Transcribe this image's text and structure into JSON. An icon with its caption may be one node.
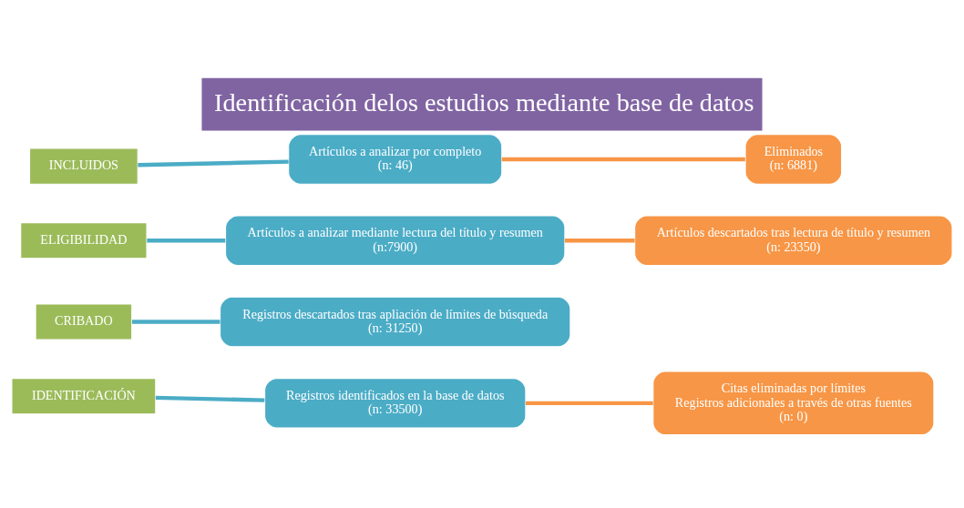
{
  "diagram": {
    "title": "Identificación delos estudios mediante base de datos",
    "nodes": [
      {
        "text": [
          "IDENTIFICACIÓN"
        ]
      },
      {
        "text": [
          "Registros identificados en la base de datos",
          "(n: 33500)"
        ]
      },
      {
        "text": [
          "Citas eliminadas por límites",
          "Registros adicionales a través de otras fuentes",
          "(n: 0)"
        ]
      },
      {
        "text": [
          "CRIBADO"
        ]
      },
      {
        "text": [
          "Registros descartados tras apliación de límites de búsqueda",
          "(n: 31250)"
        ]
      },
      {
        "text": [
          "ELIGIBILIDAD"
        ]
      },
      {
        "text": [
          "Artículos a analizar mediante lectura del título y resumen",
          "(n:7900)"
        ]
      },
      {
        "text": [
          "Artículos descartados tras lectura de título y resumen",
          "(n: 23350)"
        ]
      },
      {
        "text": [
          "INCLUIDOS"
        ]
      },
      {
        "text": [
          "Artículos a analizar por completo",
          "(n: 46)"
        ]
      },
      {
        "text": [
          "Eliminados",
          "(n: 6881)"
        ]
      }
    ],
    "edges": [
      {
        "from": 0,
        "to": 1,
        "arrow": "none"
      },
      {
        "from": 1,
        "to": 2,
        "arrow": "none",
        "color": "#f79646"
      },
      {
        "from": 3,
        "to": 4,
        "arrow": "none"
      },
      {
        "from": 5,
        "to": 6,
        "arrow": "none"
      },
      {
        "from": 6,
        "to": 7,
        "arrow": "none",
        "color": "#f79646"
      },
      {
        "from": 8,
        "to": 9,
        "arrow": "none"
      },
      {
        "from": 9,
        "to": 10,
        "arrow": "none",
        "color": "#f79646"
      }
    ]
  }
}
